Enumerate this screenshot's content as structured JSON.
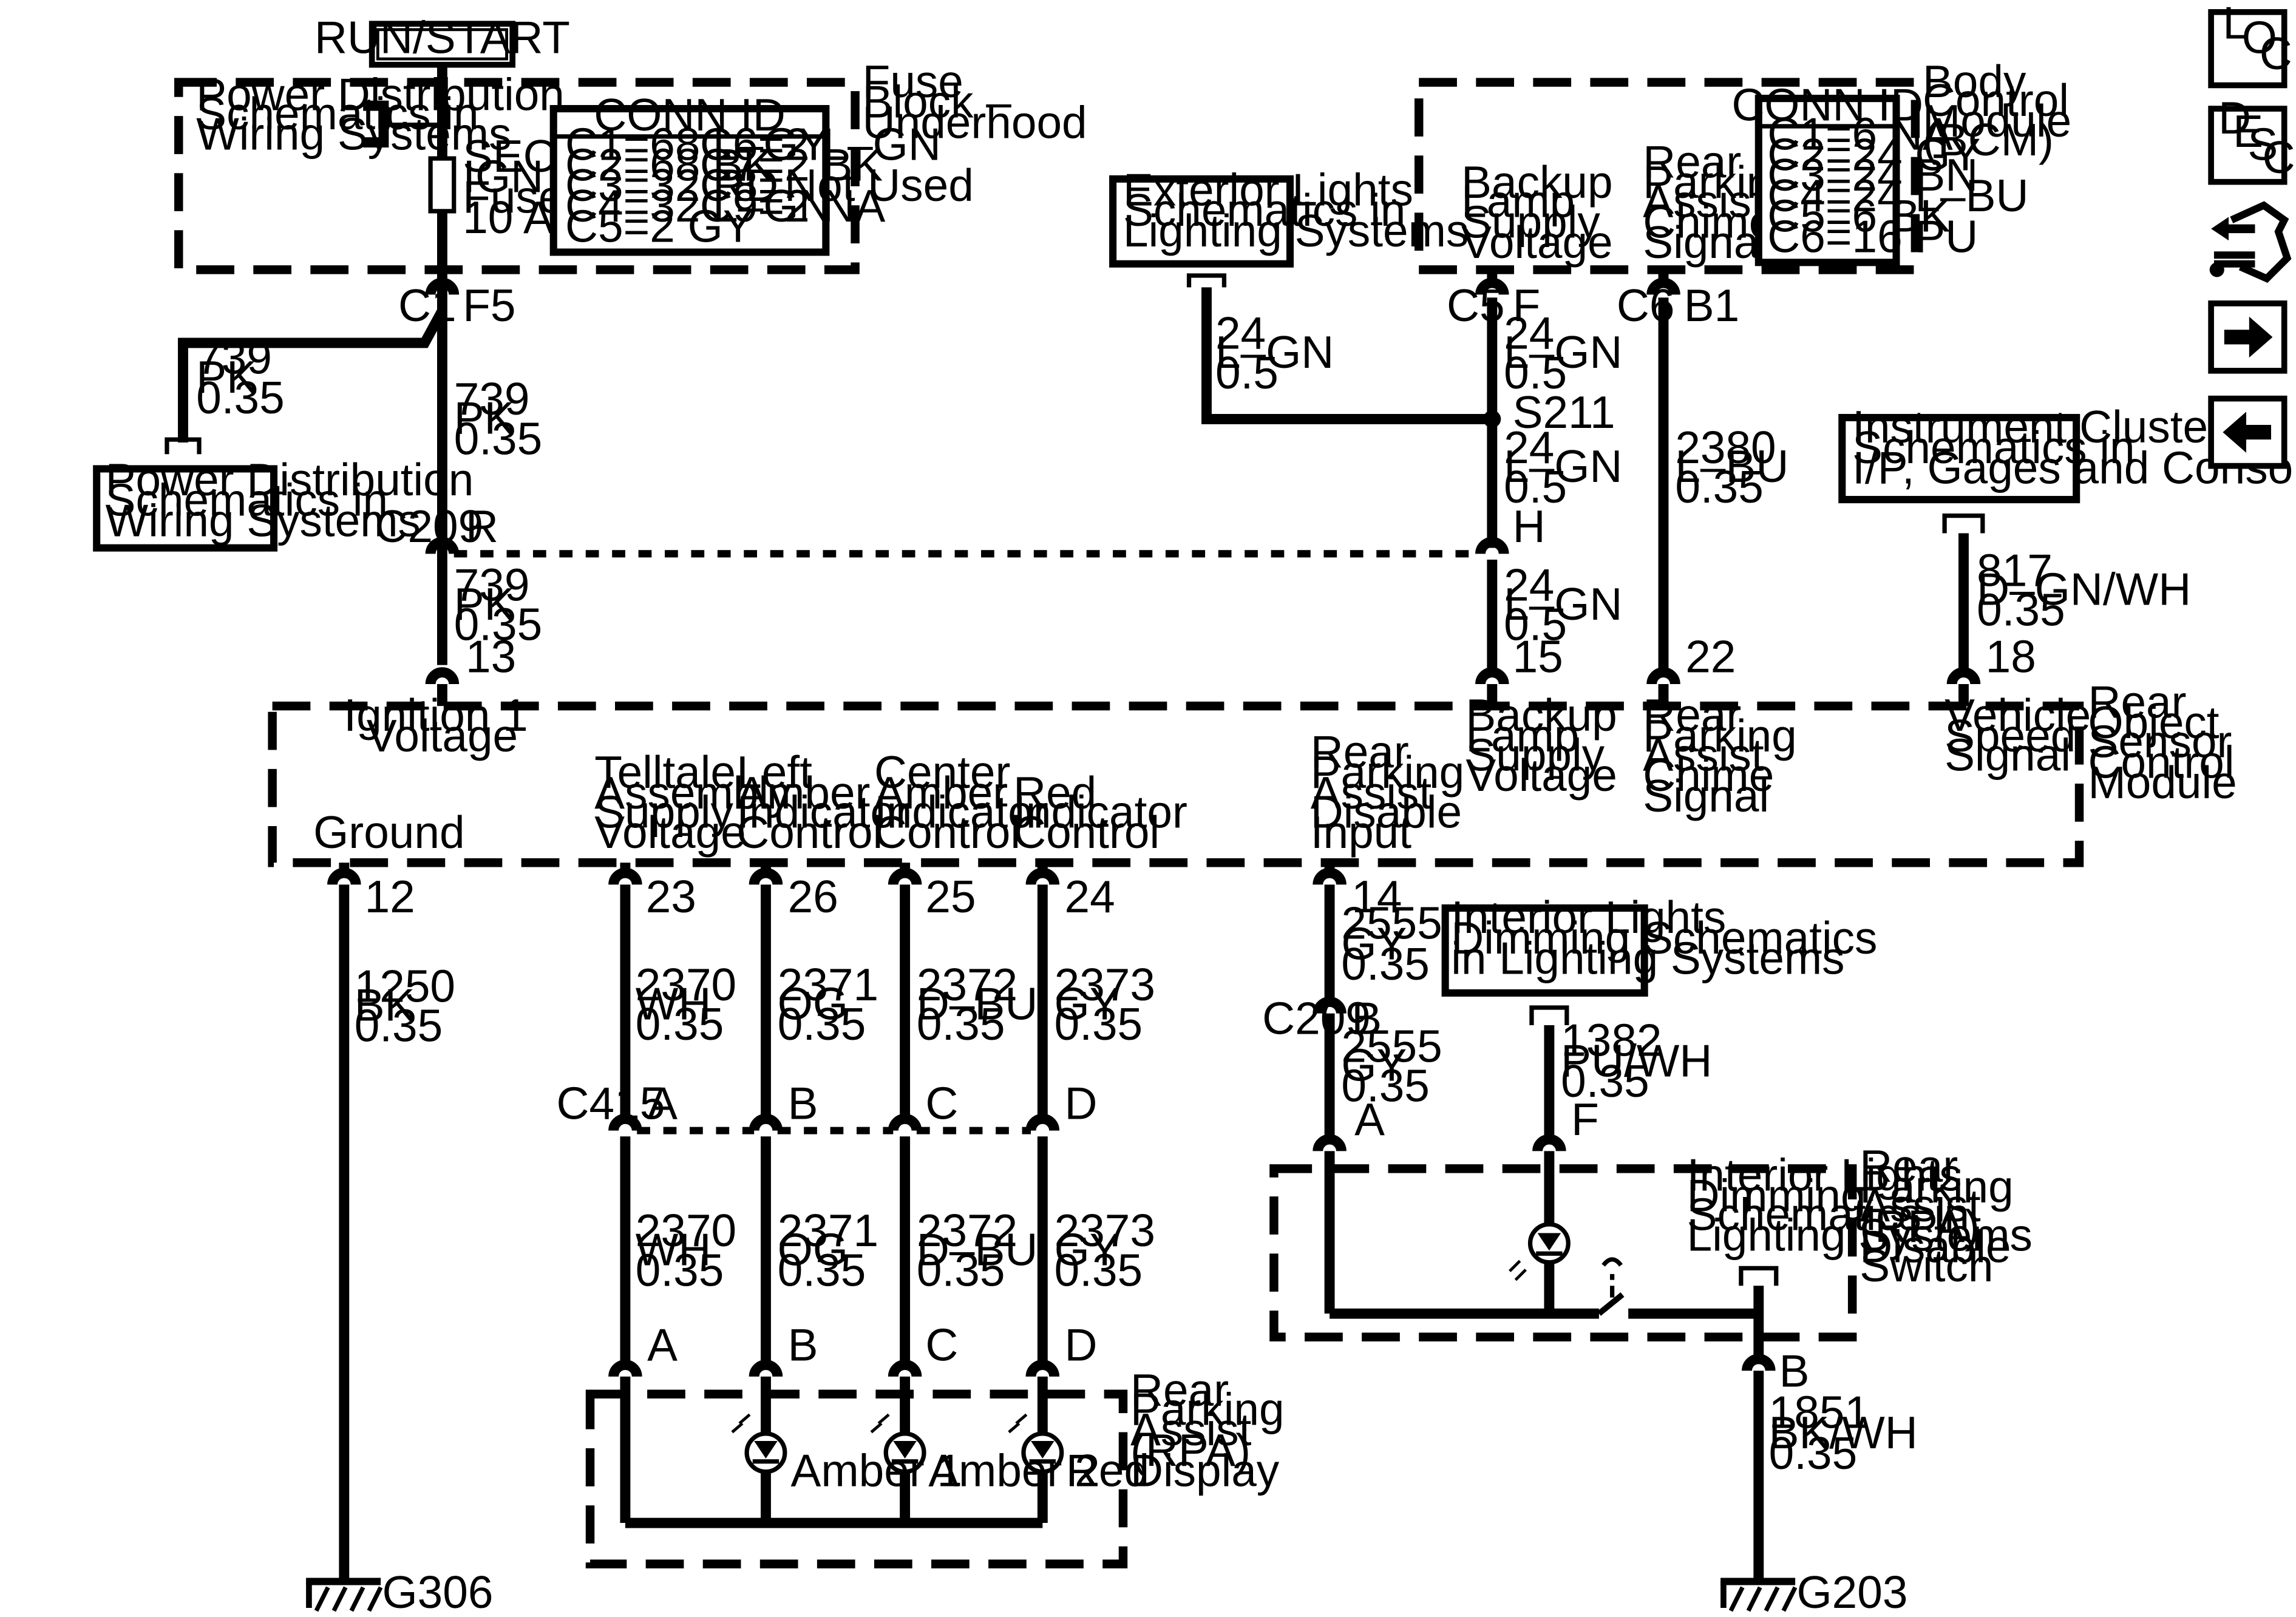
{
  "power_source": "RUN/START",
  "fuse_block": {
    "label": [
      "Fuse",
      "Block –",
      "Underhood"
    ],
    "pd_ref": [
      "Power Distribution",
      "Schematics in",
      "Wiring Systems"
    ],
    "fuse": [
      "SEO",
      "IGN",
      "Fuse",
      "10 A"
    ],
    "conn_id": {
      "title": "CONN ID",
      "left": [
        "C1=68 L–GY",
        "C2=68 BK",
        "C3=32 RD",
        "C4=32 L–GN",
        "C5=2 GY"
      ],
      "right": [
        "C6=2 L–GN",
        "C7=2 BK",
        "C8=Not Used",
        "C9=2 NA"
      ]
    },
    "connector": "C1",
    "pin": "F5"
  },
  "pd_branch": {
    "wire": [
      "739",
      "PK",
      "0.35"
    ],
    "ref": [
      "Power Distribution",
      "Schematics in",
      "Wiring Systems"
    ]
  },
  "ign_wire_1": [
    "739",
    "PK",
    "0.35"
  ],
  "ign_wire_2": [
    "739",
    "PK",
    "0.35"
  ],
  "c209_top": {
    "connector": "C209",
    "pin_r": "R",
    "pin_h": "H"
  },
  "exterior_lights_ref": [
    "Exterior Lights",
    "Schematics in",
    "Lighting Systems"
  ],
  "ext_wire": [
    "24",
    "L–GN",
    "0.5"
  ],
  "bcm": {
    "label": [
      "Body",
      "Control",
      "Module",
      "(BCM)"
    ],
    "conn_id": {
      "title": "CONN ID",
      "lines": [
        "C1=6 NA",
        "C2=24 GY",
        "C3=24 BN",
        "C4=24 L–BU",
        "C5=6 BK",
        "C6=16 PU"
      ]
    },
    "backup_label": [
      "Backup",
      "Lamp",
      "Supply",
      "Voltage"
    ],
    "chime_label": [
      "Rear",
      "Parking",
      "Assist",
      "Chime",
      "Signal"
    ],
    "c5": "C5",
    "f": "F",
    "c6": "C6",
    "b1": "B1"
  },
  "backup_wire_1": [
    "24",
    "L–GN",
    "0.5"
  ],
  "splice": "S211",
  "backup_wire_2": [
    "24",
    "L–GN",
    "0.5"
  ],
  "backup_wire_3": [
    "24",
    "L–GN",
    "0.5"
  ],
  "chime_wire": [
    "2380",
    "L–BU",
    "0.35"
  ],
  "ic_ref": [
    "Instrument Cluster",
    "Schematics in",
    "I/P, Gages and Console"
  ],
  "vss_wire": [
    "817",
    "D–GN/WH",
    "0.35"
  ],
  "rosm": {
    "label": [
      "Rear",
      "Object",
      "Sensor",
      "Control",
      "Module"
    ],
    "pins": {
      "ign": "13",
      "backup": "15",
      "chime": "22",
      "vss": "18",
      "ground": "12",
      "telltale": "23",
      "left": "26",
      "center": "25",
      "red": "24",
      "disable": "14"
    },
    "ignition": [
      "Ignition 1",
      "Voltage"
    ],
    "backup": [
      "Backup",
      "Lamp",
      "Supply",
      "Voltage"
    ],
    "chime": [
      "Rear",
      "Parking",
      "Assist",
      "Chime",
      "Signal"
    ],
    "vss": [
      "Vehicle",
      "Speed",
      "Signal"
    ],
    "ground": [
      "Ground"
    ],
    "telltale": [
      "Telltale",
      "Assembly",
      "Supply",
      "Voltage"
    ],
    "left": [
      "Left",
      "Amber",
      "Indicator",
      "Control"
    ],
    "center": [
      "Center",
      "Amber",
      "Indicator",
      "Control"
    ],
    "red": [
      "Red",
      "Indicator",
      "Control"
    ],
    "disable": [
      "Rear",
      "Parking",
      "Assist",
      "Disable",
      "Input"
    ]
  },
  "ground_wire": [
    "1250",
    "BK",
    "0.35"
  ],
  "g306": "G306",
  "upper_wires": {
    "wh": [
      "2370",
      "WH",
      "0.35"
    ],
    "og": [
      "2371",
      "OG",
      "0.35"
    ],
    "dbu": [
      "2372",
      "D–BU",
      "0.35"
    ],
    "gy": [
      "2373",
      "GY",
      "0.35"
    ]
  },
  "c415": {
    "connector": "C415",
    "pins": [
      "A",
      "B",
      "C",
      "D"
    ]
  },
  "lower_wires": {
    "wh": [
      "2370",
      "WH",
      "0.35"
    ],
    "og": [
      "2371",
      "OG",
      "0.35"
    ],
    "dbu": [
      "2372",
      "D–BU",
      "0.35"
    ],
    "gy": [
      "2373",
      "GY",
      "0.35"
    ]
  },
  "display": {
    "pins": [
      "A",
      "B",
      "C",
      "D"
    ],
    "label": [
      "Rear",
      "Parking",
      "Assist",
      "(RPA)",
      "Display"
    ],
    "led_names": [
      "Amber 1",
      "Amber 2",
      "Red"
    ]
  },
  "disable_wire_1": [
    "2555",
    "GY",
    "0.35"
  ],
  "c209_lower": {
    "connector": "C209",
    "pin": "B"
  },
  "disable_wire_2": [
    "2555",
    "GY",
    "0.35"
  ],
  "dimming_ref": [
    "Interior Lights",
    "Dimming Schematics",
    "in Lighting Systems"
  ],
  "dimming_wire": [
    "1382",
    "PU/WH",
    "0.35"
  ],
  "switch": {
    "pin_a": "A",
    "pin_f": "F",
    "pin_b": "B",
    "label": [
      "Rear",
      "Parking",
      "Assist",
      "(RPA)",
      "Disable",
      "Switch"
    ],
    "dimming_ref": [
      "Interior Lights",
      "Dimming",
      "Schematics in",
      "Lighting Systems"
    ]
  },
  "switch_ground_wire": [
    "1851",
    "BK/WH",
    "0.35"
  ],
  "g203": "G203",
  "nav": {
    "loc": [
      "L",
      "O",
      "C"
    ],
    "desc": [
      "D",
      "E",
      "S",
      "C"
    ]
  }
}
